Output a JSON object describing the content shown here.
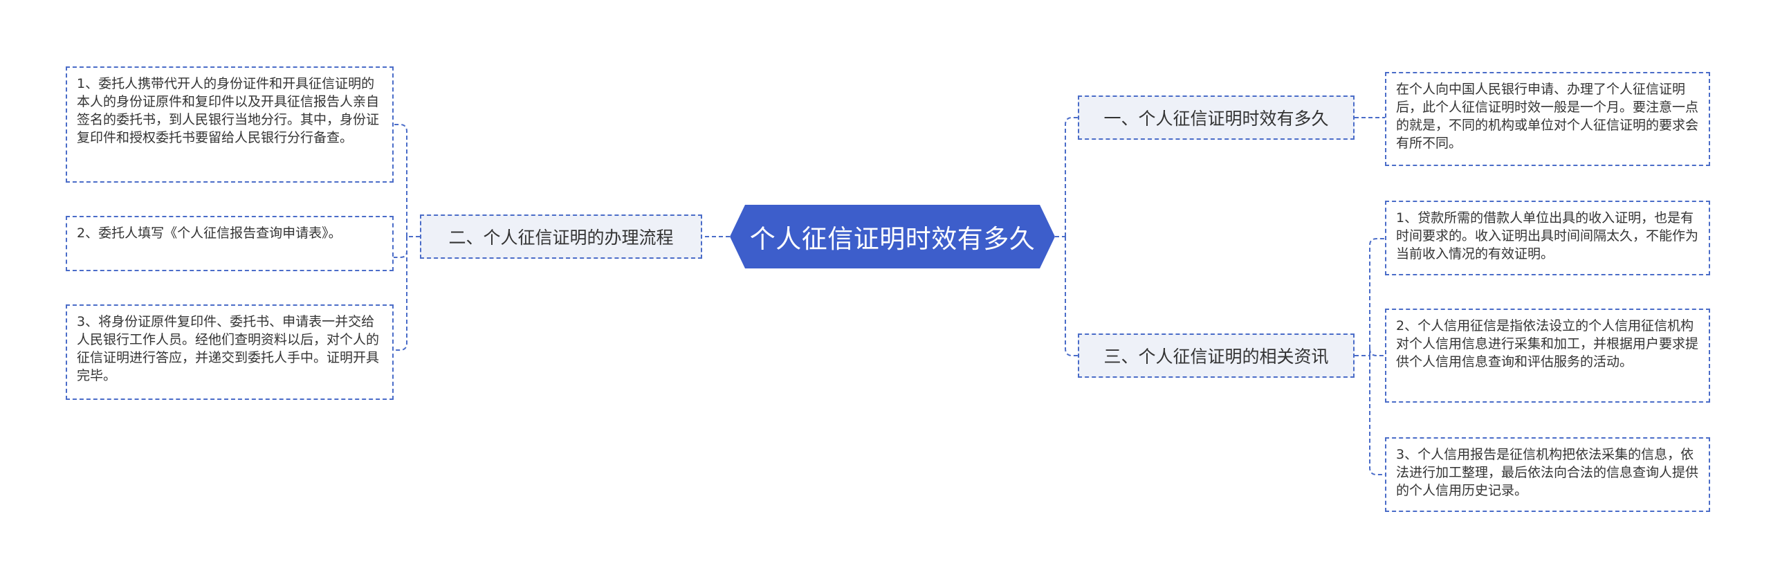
{
  "central": {
    "label": "个人征信证明时效有多久"
  },
  "branches": [
    {
      "label": "一、个人征信证明时效有多久",
      "items": [
        "在个人向中国人民银行申请、办理了个人征信证明后，此个人征信证明时效一般是一个月。要注意一点的就是，不同的机构或单位对个人征信证明的要求会有所不同。"
      ]
    },
    {
      "label": "二、个人征信证明的办理流程",
      "items": [
        "1、委托人携带代开人的身份证件和开具征信证明的本人的身份证原件和复印件以及开具征信报告人亲自签名的委托书，到人民银行当地分行。其中，身份证复印件和授权委托书要留给人民银行分行备查。",
        "2、委托人填写《个人征信报告查询申请表》。",
        "3、将身份证原件复印件、委托书、申请表一并交给人民银行工作人员。经他们查明资料以后，对个人的征信证明进行答应，并递交到委托人手中。证明开具完毕。"
      ]
    },
    {
      "label": "三、个人征信证明的相关资讯",
      "items": [
        "1、贷款所需的借款人单位出具的收入证明，也是有时间要求的。收入证明出具时间间隔太久，不能作为当前收入情况的有效证明。",
        "2、个人信用征信是指依法设立的个人信用征信机构对个人信用信息进行采集和加工，并根据用户要求提供个人信用信息查询和评估服务的活动。",
        "3、个人信用报告是征信机构把依法采集的信息，依法进行加工整理，最后依法向合法的信息查询人提供的个人信用历史记录。"
      ]
    }
  ],
  "colors": {
    "accent": "#3d5ecb",
    "border": "#4a6cc8",
    "branch_fill": "#eef1f8"
  }
}
